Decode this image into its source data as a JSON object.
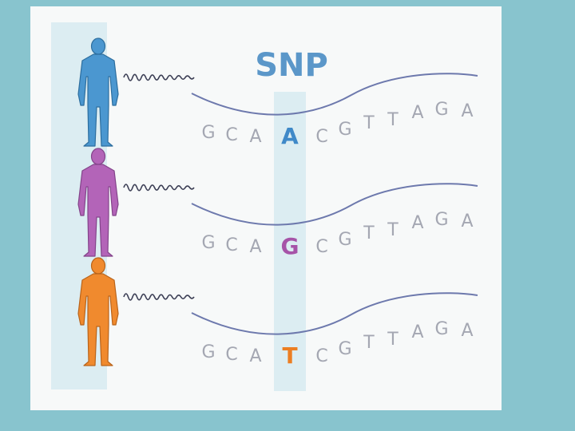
{
  "title": "SNP",
  "colors": {
    "background": "#88c4ce",
    "panel": "#f7f9f9",
    "highlight_band": "#dcedf2",
    "strand": "#6d79ad",
    "sequence_text": "#a4a7b2",
    "title": "#5b97c9"
  },
  "people": [
    {
      "name": "person-blue",
      "color": "#4b97d0",
      "outline": "#2d6e9e",
      "sequence": [
        "G",
        "C",
        "A",
        "A",
        "C",
        "G",
        "T",
        "T",
        "A",
        "G",
        "A"
      ],
      "variant_base": "A",
      "variant_color": "#3f89c8"
    },
    {
      "name": "person-purple",
      "color": "#b364b8",
      "outline": "#83448a",
      "sequence": [
        "G",
        "C",
        "A",
        "G",
        "C",
        "G",
        "T",
        "T",
        "A",
        "G",
        "A"
      ],
      "variant_base": "G",
      "variant_color": "#a653a8"
    },
    {
      "name": "person-orange",
      "color": "#f08a2e",
      "outline": "#b9641b",
      "sequence": [
        "G",
        "C",
        "A",
        "T",
        "C",
        "G",
        "T",
        "T",
        "A",
        "G",
        "A"
      ],
      "variant_base": "T",
      "variant_color": "#ec7e22"
    }
  ]
}
